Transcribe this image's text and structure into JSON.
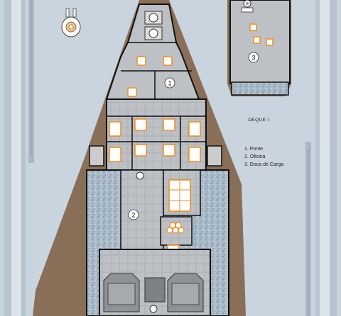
{
  "deck": {
    "label": "DEQUE I"
  },
  "legend": {
    "items": [
      "1. Ponte",
      "2. Oficina",
      "3. Doca de Carga"
    ]
  },
  "rooms": {
    "bridge_number": "1",
    "workshop_number": "2",
    "cargo_number": "3"
  },
  "colors": {
    "background": "#c9d4de",
    "hull_outline": "#8a6f58",
    "floor": "#b8bcc0",
    "wall": "#111111",
    "furniture": "#f08c1c",
    "cargo_grain": "#7f9bb0"
  },
  "icons": {
    "logo": "starship-emblem-icon",
    "door": "door-x-icon",
    "hatch": "hatch-icon",
    "seat": "seat-icon",
    "bed": "bunk-icon",
    "crate": "cargo-crate-icon",
    "engine": "engine-icon"
  }
}
